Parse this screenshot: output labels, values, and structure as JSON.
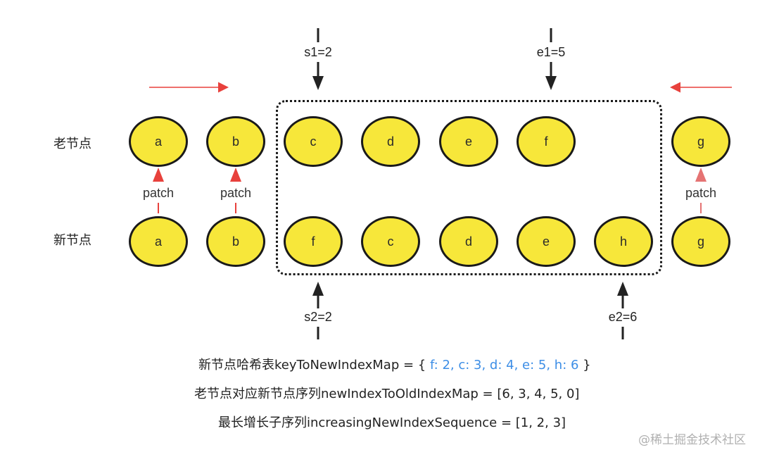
{
  "labels": {
    "old_row": "老节点",
    "new_row": "新节点"
  },
  "old_nodes": [
    "a",
    "b",
    "c",
    "d",
    "e",
    "f",
    "g"
  ],
  "new_nodes": [
    "a",
    "b",
    "f",
    "c",
    "d",
    "e",
    "h",
    "g"
  ],
  "patch_label": "patch",
  "pointers": {
    "s1": "s1=2",
    "e1": "e1=5",
    "s2": "s2=2",
    "e2": "e2=6"
  },
  "formulas": {
    "line1_prefix": "新节点哈希表keyToNewIndexMap = {",
    "line1_value": " f: 2, c: 3, d: 4, e: 5, h: 6 ",
    "line1_suffix": "}",
    "line2": "老节点对应新节点序列newIndexToOldIndexMap = [6, 3, 4, 5, 0]",
    "line3": "最长增长子序列increasingNewIndexSequence = [1, 2, 3]"
  },
  "watermark": "@稀土掘金技术社区",
  "colors": {
    "node_fill": "#f7e73a",
    "arrow_red": "#e8413c",
    "arrow_red_light": "#e57373",
    "highlight_blue": "#3d8ee6"
  }
}
